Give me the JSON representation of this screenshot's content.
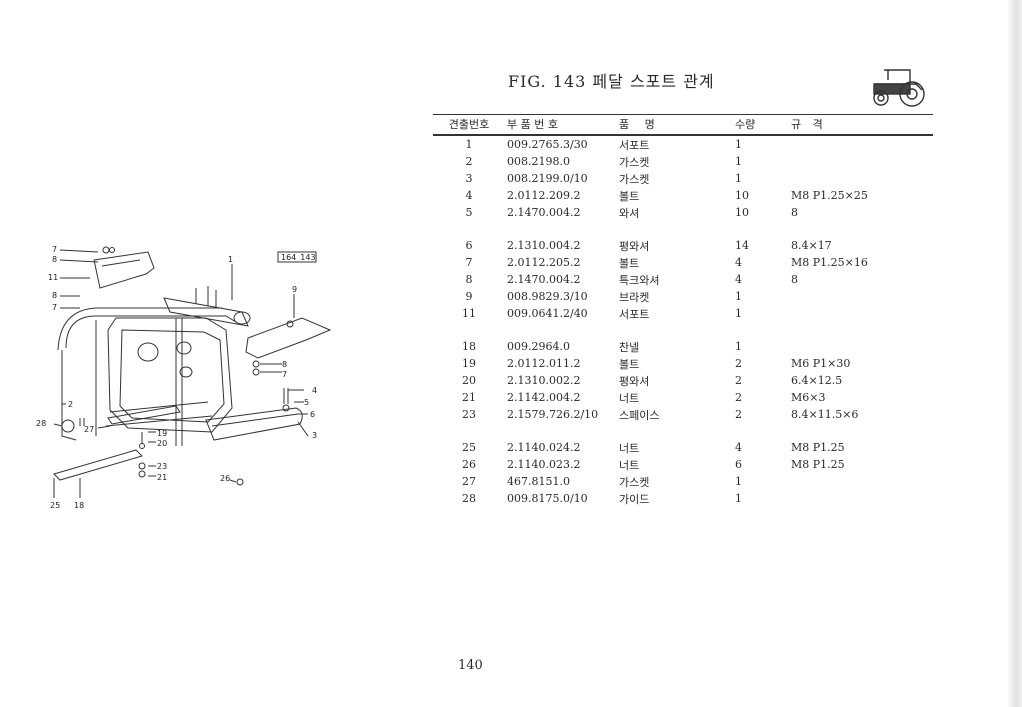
{
  "title": "FIG. 143 페달 스포트 관계",
  "headers": {
    "index": "견출번호",
    "part_no": "부 품 번 호",
    "name": "품 명",
    "qty": "수량",
    "spec": "규 격"
  },
  "groups": [
    [
      {
        "no": "1",
        "pn": "009.2765.3/30",
        "name": "서포트",
        "qty": "1",
        "spec": ""
      },
      {
        "no": "2",
        "pn": "008.2198.0",
        "name": "가스켓",
        "qty": "1",
        "spec": ""
      },
      {
        "no": "3",
        "pn": "008.2199.0/10",
        "name": "가스켓",
        "qty": "1",
        "spec": ""
      },
      {
        "no": "4",
        "pn": "2.0112.209.2",
        "name": "볼트",
        "qty": "10",
        "spec": "M8 P1.25×25"
      },
      {
        "no": "5",
        "pn": "2.1470.004.2",
        "name": "와셔",
        "qty": "10",
        "spec": "8"
      }
    ],
    [
      {
        "no": "6",
        "pn": "2.1310.004.2",
        "name": "평와셔",
        "qty": "14",
        "spec": "8.4×17"
      },
      {
        "no": "7",
        "pn": "2.0112.205.2",
        "name": "볼트",
        "qty": "4",
        "spec": "M8 P1.25×16"
      },
      {
        "no": "8",
        "pn": "2.1470.004.2",
        "name": "특크와셔",
        "qty": "4",
        "spec": "8"
      },
      {
        "no": "9",
        "pn": "008.9829.3/10",
        "name": "브라켓",
        "qty": "1",
        "spec": ""
      },
      {
        "no": "11",
        "pn": "009.0641.2/40",
        "name": "서포트",
        "qty": "1",
        "spec": ""
      }
    ],
    [
      {
        "no": "18",
        "pn": "009.2964.0",
        "name": "찬넬",
        "qty": "1",
        "spec": ""
      },
      {
        "no": "19",
        "pn": "2.0112.011.2",
        "name": "볼트",
        "qty": "2",
        "spec": "M6 P1×30"
      },
      {
        "no": "20",
        "pn": "2.1310.002.2",
        "name": "평와셔",
        "qty": "2",
        "spec": "6.4×12.5"
      },
      {
        "no": "21",
        "pn": "2.1142.004.2",
        "name": "너트",
        "qty": "2",
        "spec": "M6×3"
      },
      {
        "no": "23",
        "pn": "2.1579.726.2/10",
        "name": "스페이스",
        "qty": "2",
        "spec": "8.4×11.5×6"
      }
    ],
    [
      {
        "no": "25",
        "pn": "2.1140.024.2",
        "name": "너트",
        "qty": "4",
        "spec": "M8 P1.25"
      },
      {
        "no": "26",
        "pn": "2.1140.023.2",
        "name": "너트",
        "qty": "6",
        "spec": "M8 P1.25"
      },
      {
        "no": "27",
        "pn": "467.8151.0",
        "name": "가스켓",
        "qty": "1",
        "spec": ""
      },
      {
        "no": "28",
        "pn": "009.8175.0/10",
        "name": "가이드",
        "qty": "1",
        "spec": ""
      }
    ]
  ],
  "diagram": {
    "ref": "164_143",
    "callouts": [
      "1",
      "2",
      "3",
      "4",
      "5",
      "6",
      "7",
      "8",
      "9",
      "11",
      "18",
      "19",
      "20",
      "21",
      "23",
      "25",
      "26",
      "27",
      "28"
    ]
  },
  "page_number": "140"
}
